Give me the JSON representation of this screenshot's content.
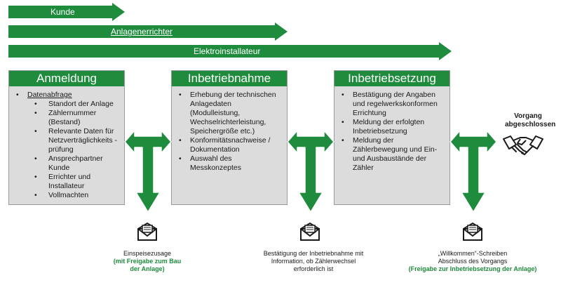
{
  "roles": [
    {
      "label": "Kunde"
    },
    {
      "label": "Anlagenerrichter"
    },
    {
      "label": "Elektroinstallateur"
    }
  ],
  "phases": [
    {
      "title": "Anmeldung",
      "section": "Datenabfrage",
      "items": [
        "Standort der Anlage",
        "Zählernummer (Bestand)",
        "Relevante Daten für Netzverträglichkeits -prüfung",
        "Ansprechpartner Kunde",
        "Errichter und Installateur",
        "Vollmachten"
      ]
    },
    {
      "title": "Inbetriebnahme",
      "items": [
        "Erhebung der technischen Anlagedaten (Modulleistung, Wechselrichterleistung, Speichergröße etc.)",
        "Konformitätsnachweise / Dokumentation",
        "Auswahl des Messkonzeptes"
      ]
    },
    {
      "title": "Inbetriebsetzung",
      "items": [
        "Bestätigung der Angaben und regelwerkskonformen Errichtung",
        "Meldung der erfolgten Inbetriebsetzung",
        "Meldung der Zählerbewegung und Ein- und Ausbaustände der Zähler"
      ]
    }
  ],
  "documents": [
    {
      "text": "Einspeisezusage",
      "highlight": "(mit Freigabe zum Bau der Anlage)"
    },
    {
      "text": "Bestätigung der Inbetriebnahme mit Information, ob Zählerwechsel erforderlich ist",
      "highlight": ""
    },
    {
      "text": "„Willkommen“-Schreiben Abschluss des Vorgangs",
      "highlight": "(Freigabe zur Inbetriebsetzung der Anlage)"
    }
  ],
  "completion": {
    "label": "Vorgang abgeschlossen"
  },
  "colors": {
    "accent": "#1e8c3c",
    "box": "#dcdcdc"
  }
}
